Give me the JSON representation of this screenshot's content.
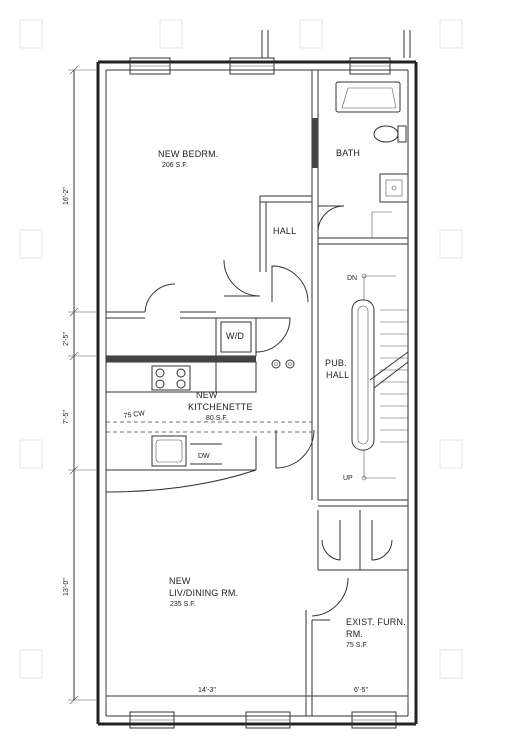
{
  "rooms": {
    "bedroom_name": "NEW BEDRM.",
    "bedroom_area": "206 S.F.",
    "bath": "BATH",
    "hall": "HALL",
    "wd": "W/D",
    "kitchen_name": "NEW",
    "kitchen_name2": "KITCHENETTE",
    "kitchen_area": "80 S.F.",
    "pub_hall": "PUB.",
    "pub_hall2": "HALL",
    "living_name": "NEW",
    "living_name2": "LIV/DINING RM.",
    "living_area": "235 S.F.",
    "furn_name": "EXIST. FURN.",
    "furn_name2": "RM.",
    "furn_area": "75 S.F."
  },
  "stair": {
    "dn": "DN",
    "up": "UP"
  },
  "appliances": {
    "dishwasher": "DW",
    "range": "75 CW"
  },
  "dimensions": {
    "left_top": "16'-2\"",
    "left_mid": "2'-5\"",
    "left_kitchen": "7'-5\"",
    "left_bottom": "13'-0\"",
    "bottom_left": "14'-3\"",
    "bottom_right": "6'-5\""
  }
}
